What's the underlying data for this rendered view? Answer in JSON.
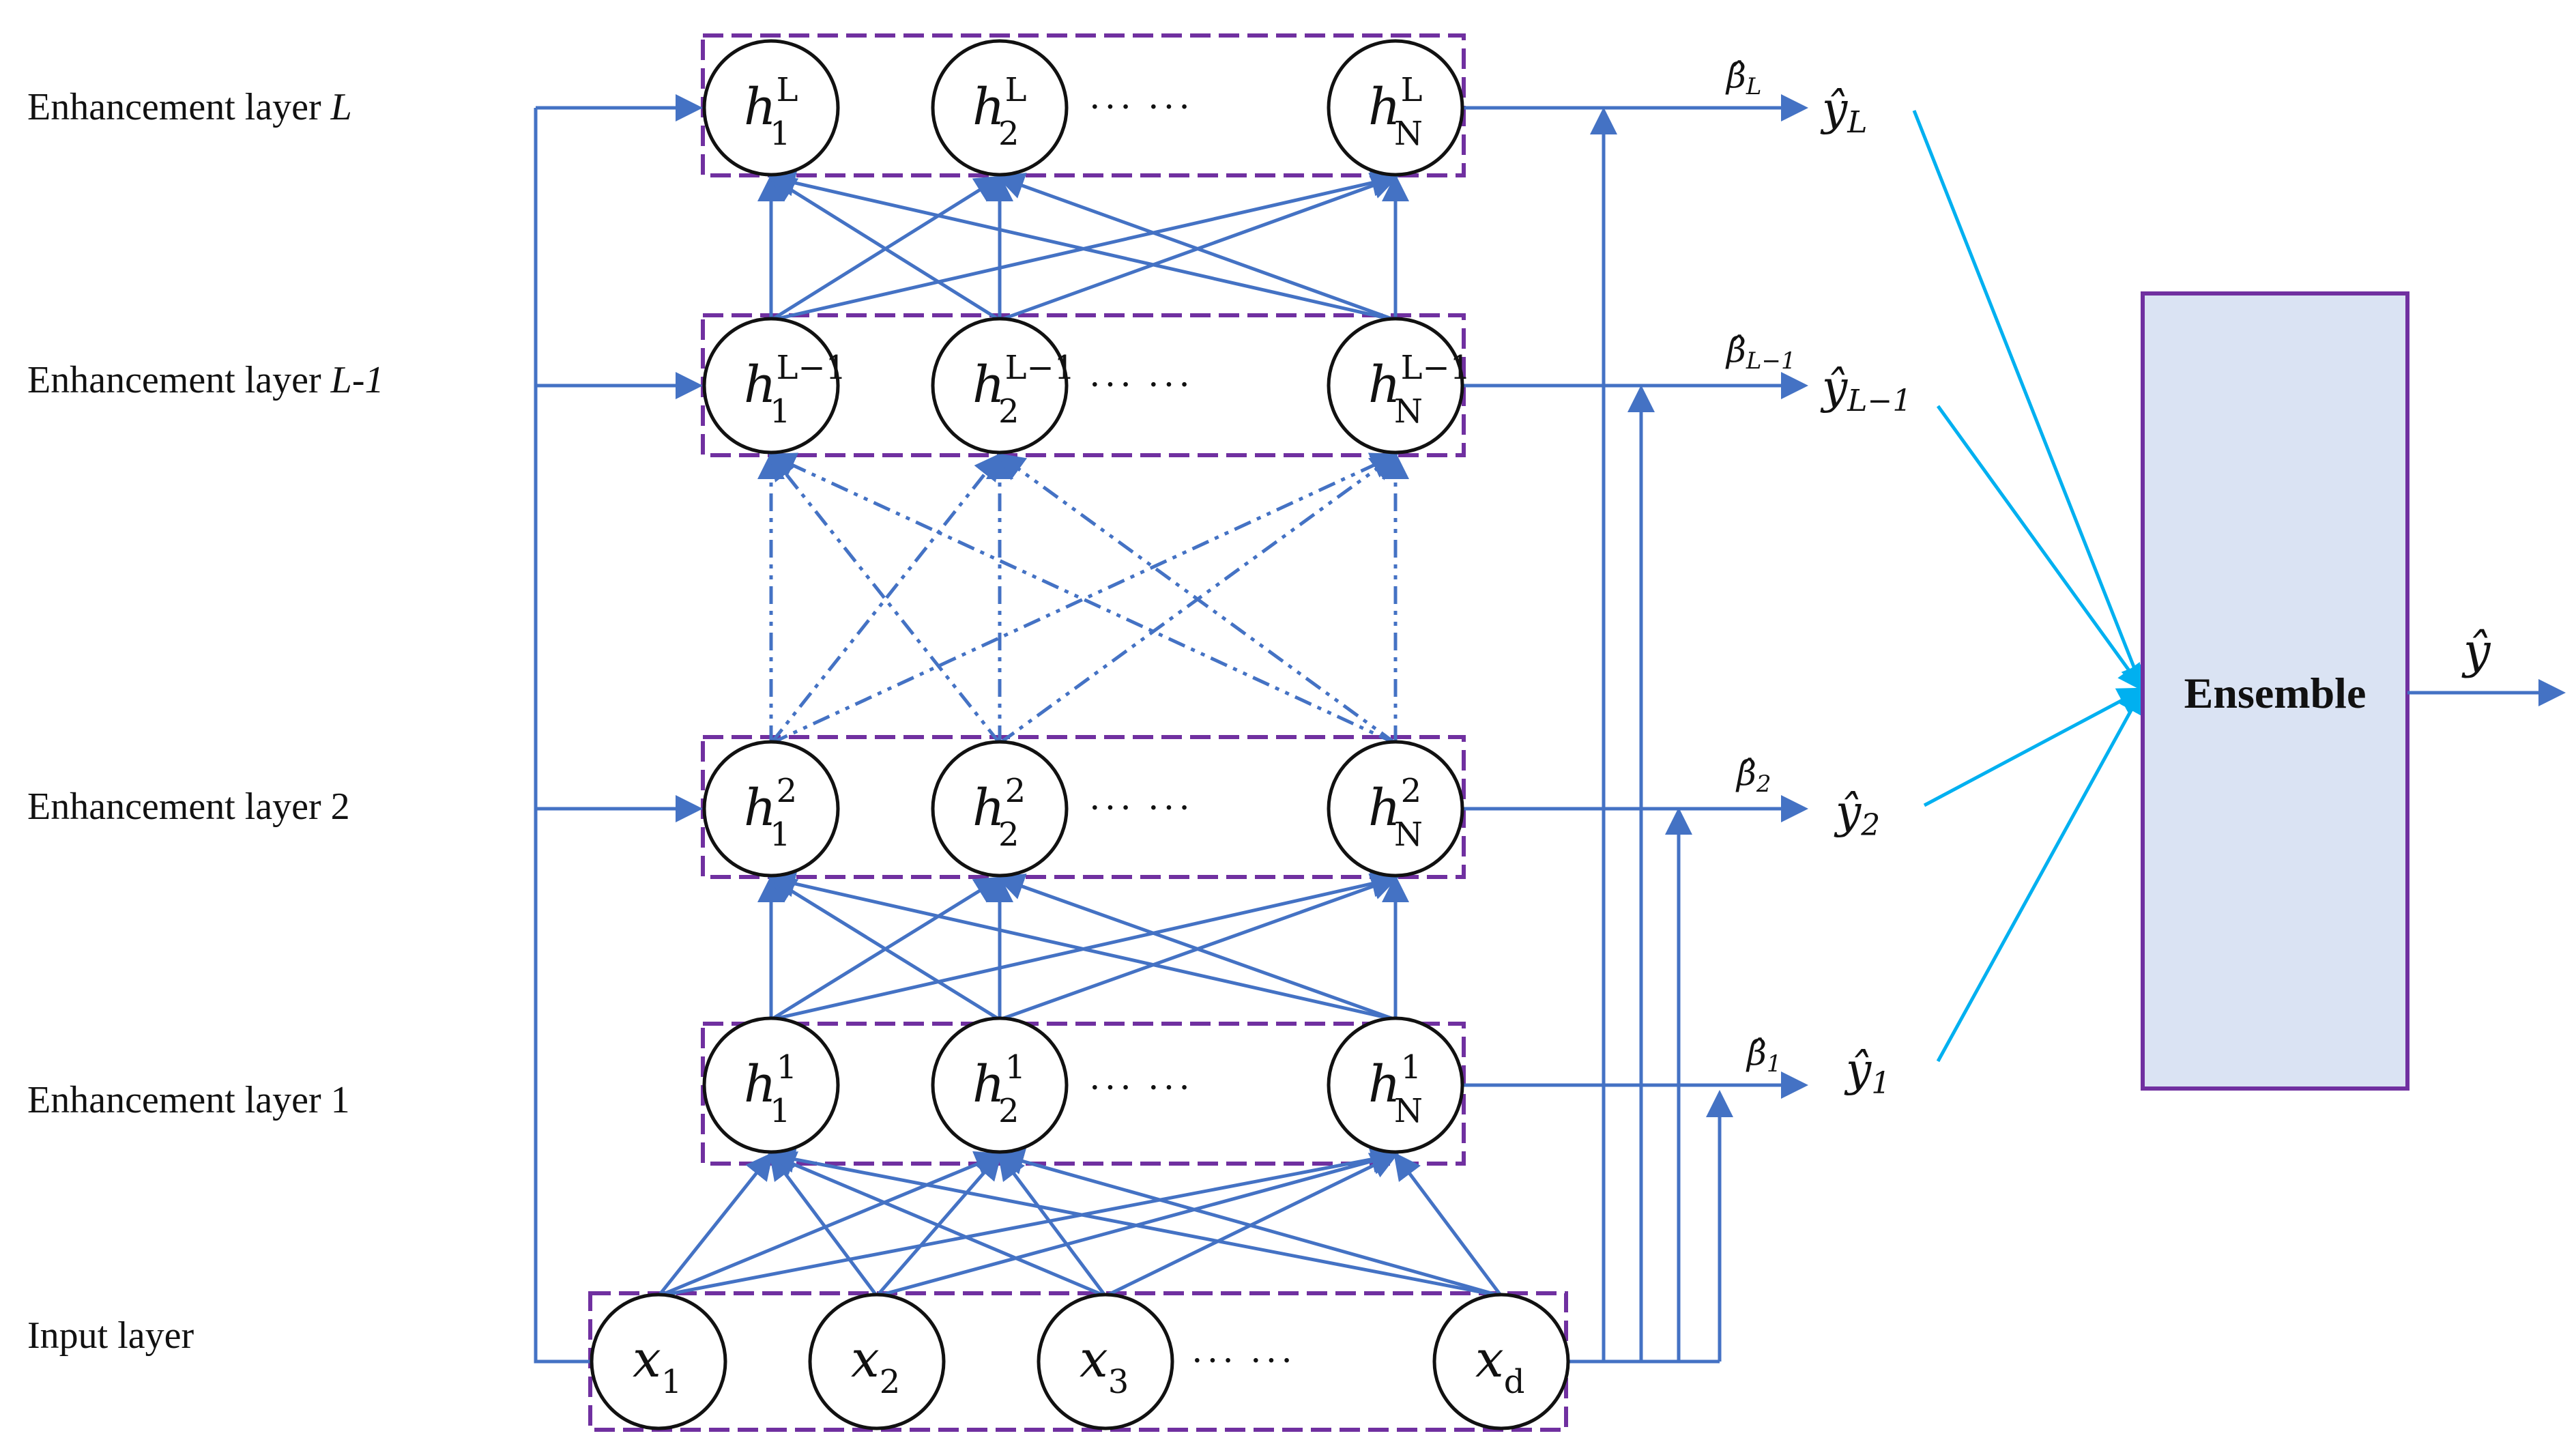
{
  "layer_labels": {
    "top": {
      "prefix": "Enhancement  layer ",
      "suffix": "L"
    },
    "top_minus_one": {
      "prefix": "Enhancement  layer ",
      "suffix": "L-1"
    },
    "two": "Enhancement  layer 2",
    "one": "Enhancement  layer 1",
    "input": "Input layer"
  },
  "node_base": {
    "hidden": "h",
    "input": "x"
  },
  "superscripts": {
    "top": "L",
    "top_minus_one": "L−1",
    "two": "2",
    "one": "1"
  },
  "hidden_subscripts": [
    "1",
    "2",
    "N"
  ],
  "input_subscripts": [
    "1",
    "2",
    "3",
    "d"
  ],
  "ellipsis": "···  ···",
  "input_ellipsis": "···  ···",
  "beta_symbol": "β̂",
  "beta_subscripts": {
    "top": "L",
    "top_minus_one": "L−1",
    "two": "2",
    "one": "1"
  },
  "y_symbol": "ŷ",
  "y_subscripts": {
    "top": "L",
    "top_minus_one": "L−1",
    "two": "2",
    "one": "1"
  },
  "ensemble_label": "Ensemble",
  "output_label": "ŷ",
  "colors": {
    "arrow": "#4472C4",
    "box_dash": "#7030A0",
    "ensemble_fill": "#DAE3F3",
    "ensemble_border": "#7030A0",
    "ensemble_arrow": "#00B0F0"
  }
}
